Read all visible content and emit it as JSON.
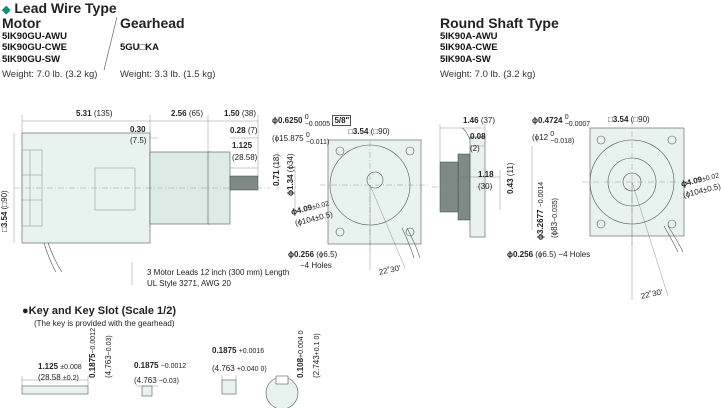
{
  "title": "Lead Wire Type",
  "title_marker": "◆",
  "motor": {
    "heading": "Motor",
    "models": [
      "5IK90GU-AWU",
      "5IK90GU-CWE",
      "5IK90GU-SW"
    ],
    "weight": "Weight: 7.0 lb. (3.2 kg)"
  },
  "gearhead": {
    "heading": "Gearhead",
    "model": "5GU□KA",
    "weight": "Weight: 3.3 lb. (1.5 kg)"
  },
  "round_shaft": {
    "heading": "Round Shaft Type",
    "models": [
      "5IK90A-AWU",
      "5IK90A-CWE",
      "5IK90A-SW"
    ],
    "weight": "Weight: 7.0 lb. (3.2 kg)"
  },
  "left_dims": {
    "d531": "5.31",
    "d531_mm": "(135)",
    "d256": "2.56",
    "d256_mm": "(65)",
    "d150": "1.50",
    "d150_mm": "(38)",
    "d030": "0.30",
    "d030_mm": "(7.5)",
    "d028": "0.28",
    "d028_mm": "(7)",
    "d1125": "1.125",
    "d1125_mm": "(28.58)",
    "d354": "□3.54",
    "d354_mm": "(□90)",
    "d071": "0.71",
    "d071_mm": "(18)",
    "d134": "ϕ1.34",
    "d134_mm": "(ϕ34)",
    "shaft": "ϕ0.6250",
    "shaft_tol_top": "0",
    "shaft_tol_bot": "−0.0005",
    "shaft_fr": "5/8\"",
    "shaft_mm": "(ϕ15.875",
    "shaft_mm_tol_top": "0",
    "shaft_mm_tol_bot": "−0.011)",
    "face": "□3.54",
    "face_mm": "(□90)",
    "pcd": "ϕ4.09",
    "pcd_tol": "±0.02",
    "pcd_mm": "(ϕ104±0.5)",
    "hole": "ϕ0.256",
    "hole_mm": "(ϕ6.5)",
    "hole_count": "−4 Holes",
    "angle": "22˚30'",
    "leads_line1": "3 Motor Leads 12 inch (300 mm) Length",
    "leads_line2": "UL Style 3271, AWG 20"
  },
  "right_dims": {
    "d146": "1.46",
    "d146_mm": "(37)",
    "d008": "0.08",
    "d008_mm": "(2)",
    "d118": "1.18",
    "d118_mm": "(30)",
    "d043": "0.43",
    "d043_mm": "(11)",
    "shaft": "ϕ0.4724",
    "shaft_tol_top": "0",
    "shaft_tol_bot": "−0.0007",
    "shaft_mm": "(ϕ12",
    "shaft_mm_tol_top": "0",
    "shaft_mm_tol_bot": "−0.018)",
    "face": "□3.54",
    "face_mm": "(□90)",
    "pilot": "ϕ3.2677",
    "pilot_tol_top": "0",
    "pilot_tol_bot": "−0.0014",
    "pilot_mm": "(ϕ83",
    "pilot_mm_tol": "−0.035)",
    "pcd": "ϕ4.09",
    "pcd_tol": "±0.02",
    "pcd_mm": "(ϕ104±0.5)",
    "hole": "ϕ0.256",
    "hole_mm": "(ϕ6.5)",
    "hole_count": "−4 Holes",
    "angle": "22˚30'"
  },
  "key": {
    "title": "Key and Key Slot (Scale 1/2)",
    "title_marker": "●",
    "note": "(The key is provided with the gearhead)",
    "k1": "1.125",
    "k1_tol": "±0.008",
    "k1_mm": "(28.58",
    "k1_mm_tol": "±0.2)",
    "k2": "0.1875",
    "k2_tol_top": "0",
    "k2_tol_bot": "−0.0012",
    "k2_mm": "(4.763",
    "k2_mm_tol": "−0.03)",
    "k3": "0.1875",
    "k3_tol_top": "0",
    "k3_tol_bot": "−0.0012",
    "k3_mm": "(4.763",
    "k3_mm_tol": "−0.03)",
    "k4": "0.1875",
    "k4_tol_top": "+0.0016",
    "k4_tol_bot": "0",
    "k4_mm": "(4.763",
    "k4_mm_tol": "+0.040 0)",
    "k5": "0.108",
    "k5_tol": "+0.004 0",
    "k5_mm": "(2.743",
    "k5_mm_tol": "+0.1 0)"
  },
  "colors": {
    "body_fill": "#e8f2ee",
    "accent": "#1a8a7a"
  }
}
